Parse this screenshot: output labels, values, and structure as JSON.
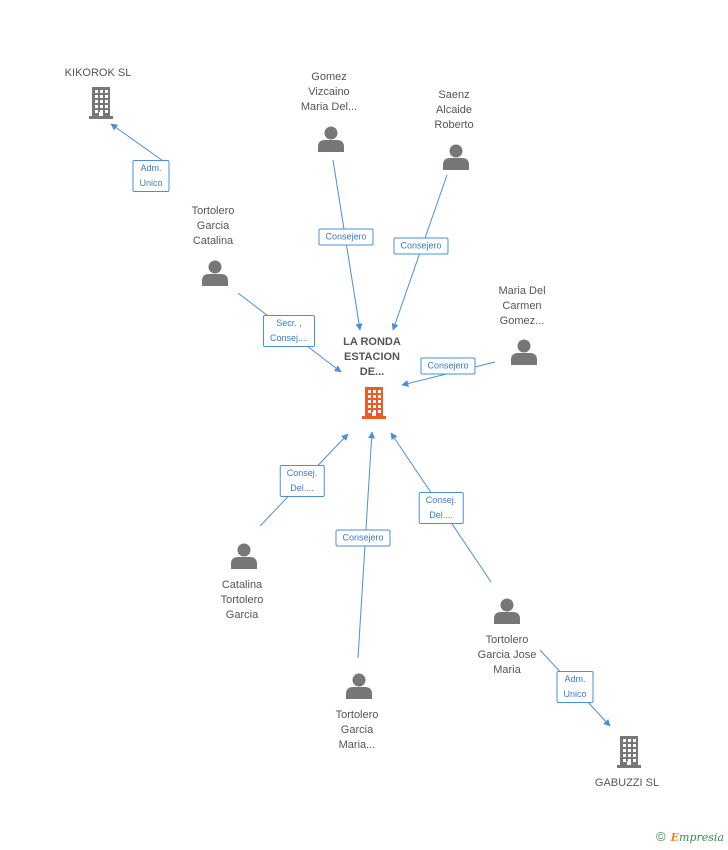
{
  "colors": {
    "edge": "#4a90d9",
    "person": "#777777",
    "company": "#777777",
    "central": "#f05a28",
    "text": "#555555"
  },
  "central": {
    "name_lines": [
      "LA RONDA",
      "ESTACION",
      "DE..."
    ],
    "icon": "building-icon"
  },
  "companies": [
    {
      "id": "kikorok",
      "name_lines": [
        "KIKOROK SL"
      ],
      "icon": "building-icon"
    },
    {
      "id": "gabuzzi",
      "name_lines": [
        "GABUZZI SL"
      ],
      "icon": "building-icon"
    }
  ],
  "people": [
    {
      "id": "gomez",
      "name_lines": [
        "Gomez",
        "Vizcaino",
        "Maria Del..."
      ],
      "icon": "person-icon"
    },
    {
      "id": "saenz",
      "name_lines": [
        "Saenz",
        "Alcaide",
        "Roberto"
      ],
      "icon": "person-icon"
    },
    {
      "id": "tortolero_catalina",
      "name_lines": [
        "Tortolero",
        "Garcia",
        "Catalina"
      ],
      "icon": "person-icon"
    },
    {
      "id": "maria_carmen",
      "name_lines": [
        "Maria Del",
        "Carmen",
        "Gomez..."
      ],
      "icon": "person-icon"
    },
    {
      "id": "catalina_tortolero",
      "name_lines": [
        "Catalina",
        "Tortolero",
        "Garcia"
      ],
      "icon": "person-icon"
    },
    {
      "id": "tortolero_maria",
      "name_lines": [
        "Tortolero",
        "Garcia",
        "Maria..."
      ],
      "icon": "person-icon"
    },
    {
      "id": "tortolero_jose",
      "name_lines": [
        "Tortolero",
        "Garcia Jose",
        "Maria"
      ],
      "icon": "person-icon"
    }
  ],
  "edges": [
    {
      "from": "tortolero_catalina",
      "to": "kikorok",
      "label_lines": [
        "Adm.",
        "Unico"
      ]
    },
    {
      "from": "gomez",
      "to": "central",
      "label_lines": [
        "Consejero"
      ]
    },
    {
      "from": "saenz",
      "to": "central",
      "label_lines": [
        "Consejero"
      ]
    },
    {
      "from": "tortolero_catalina",
      "to": "central",
      "label_lines": [
        "Secr. ,",
        "Consej...."
      ]
    },
    {
      "from": "maria_carmen",
      "to": "central",
      "label_lines": [
        "Consejero"
      ]
    },
    {
      "from": "catalina_tortolero",
      "to": "central",
      "label_lines": [
        "Consej.",
        "Del...."
      ]
    },
    {
      "from": "tortolero_maria",
      "to": "central",
      "label_lines": [
        "Consejero"
      ]
    },
    {
      "from": "tortolero_jose",
      "to": "central",
      "label_lines": [
        "Consej.",
        "Del...."
      ]
    },
    {
      "from": "tortolero_jose",
      "to": "gabuzzi",
      "label_lines": [
        "Adm.",
        "Unico"
      ]
    }
  ],
  "footer": {
    "copyright": "©",
    "brand_initial": "E",
    "brand_rest": "mpresia"
  }
}
